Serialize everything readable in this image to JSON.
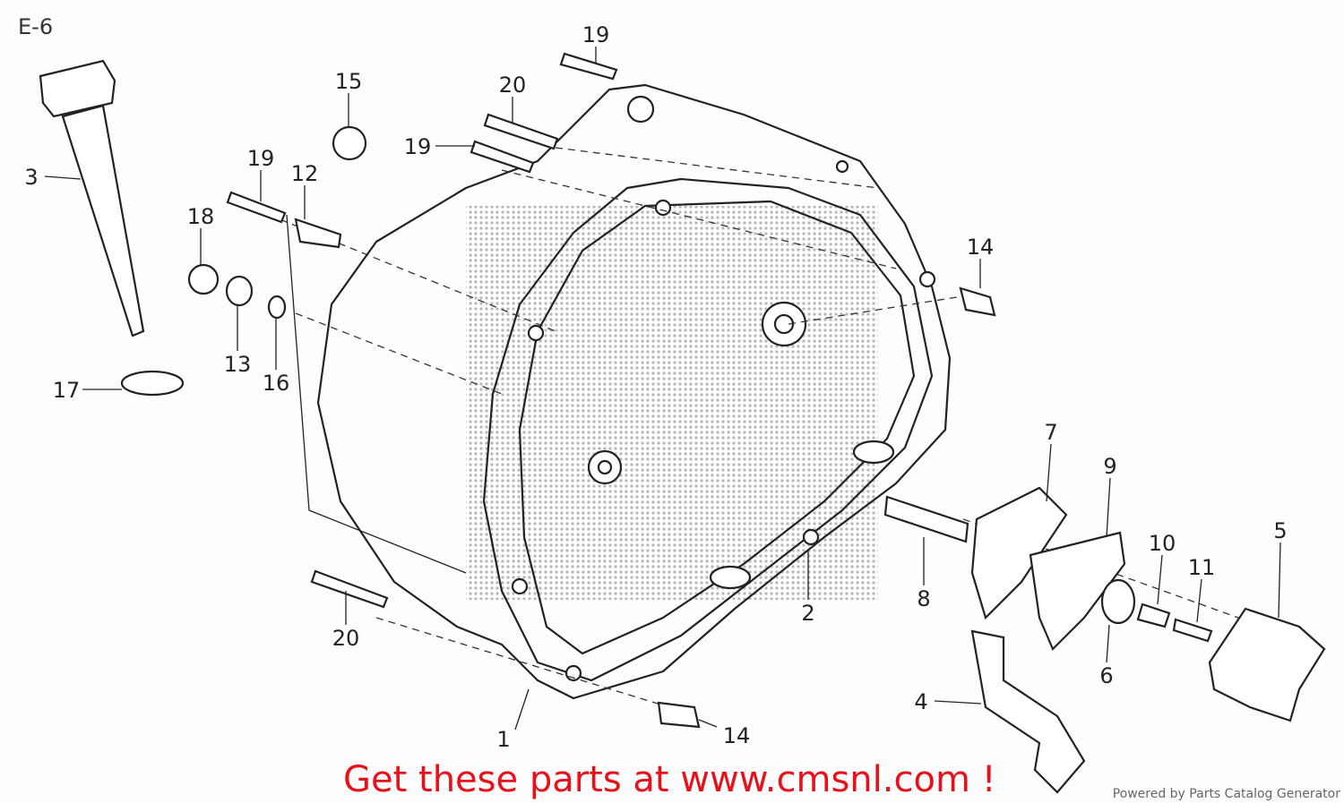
{
  "diagram_ref": "E-6",
  "callouts": [
    "19",
    "20",
    "19",
    "15",
    "19",
    "12",
    "18",
    "3",
    "13",
    "16",
    "17",
    "14",
    "7",
    "9",
    "10",
    "11",
    "5",
    "8",
    "2",
    "6",
    "4",
    "20",
    "1",
    "14"
  ],
  "promo_text": "Get these parts at www.cmsnl.com !",
  "powered_by": "Powered by Parts Catalog Generator",
  "colors": {
    "promo": "#e8101a",
    "lines": "#222222"
  }
}
